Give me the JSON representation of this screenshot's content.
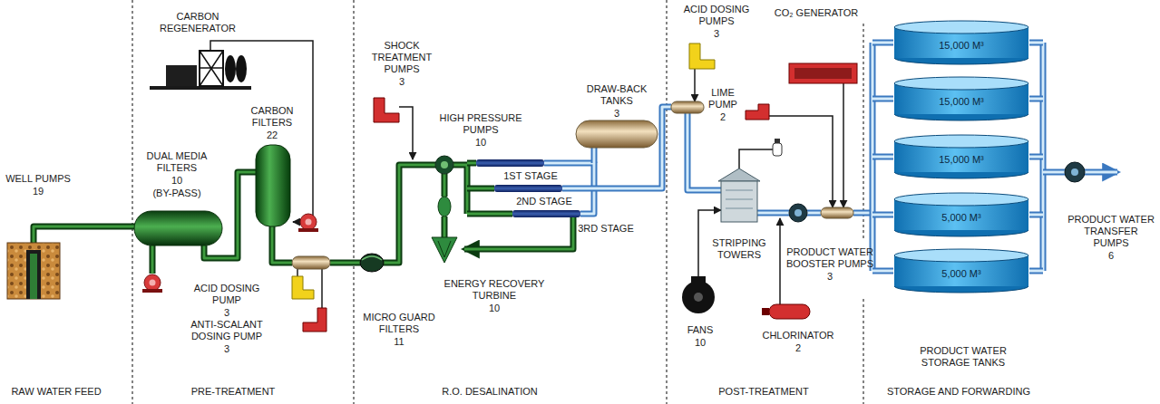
{
  "diagram": {
    "nodes": [
      {
        "text": [
          "15,000 M³"
        ]
      },
      {
        "text": [
          "15,000 M³"
        ]
      },
      {
        "text": [
          "15,000 M³"
        ]
      },
      {
        "text": [
          "5,000 M³"
        ]
      },
      {
        "text": [
          "5,000 M³"
        ]
      }
    ],
    "labels": [
      "CARBON REGENERATOR",
      "CARBON FILTERS",
      "22",
      "DUAL MEDIA FILTERS",
      "10",
      "(BY-PASS)",
      "WELL PUMPS",
      "19",
      "ACID DOSING PUMP",
      "3",
      "ANTI-SCALANT DOSING PUMP",
      "3",
      "SHOCK TREATMENT PUMPS",
      "3",
      "HIGH PRESSURE PUMPS",
      "10",
      "1ST STAGE",
      "2ND STAGE",
      "3RD STAGE",
      "DRAW-BACK TANKS",
      "3",
      "ENERGY RECOVERY TURBINE",
      "10",
      "MICRO GUARD FILTERS",
      "11",
      "ACID DOSING PUMPS",
      "3",
      "CO₂ GENERATOR",
      "LIME PUMP",
      "2",
      "STRIPPING TOWERS",
      "PRODUCT WATER BOOSTER PUMPS",
      "3",
      "FANS",
      "10",
      "CHLORINATOR",
      "2",
      "PRODUCT WATER STORAGE TANKS",
      "PRODUCT WATER TRANSFER PUMPS",
      "6",
      "RAW WATER FEED",
      "PRE-TREATMENT",
      "R.O. DESALINATION",
      "POST-TREATMENT",
      "STORAGE AND FORWARDING"
    ]
  }
}
